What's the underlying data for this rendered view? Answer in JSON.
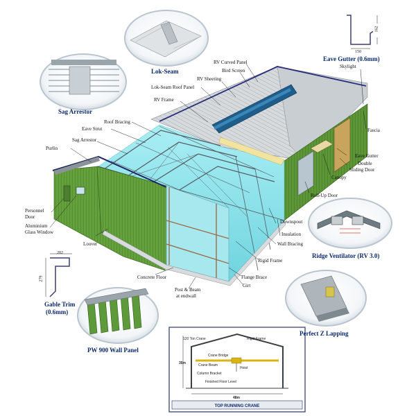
{
  "callouts": {
    "lok_seam": "Lok-Seam",
    "sag_arrestor": "Sag Arrestor",
    "eave_gutter_title": "Eave Gutter (0.6mm)",
    "ridge_ventilator": "Ridge Ventilator (RV 3.0)",
    "gable_trim_line1": "Gable Trim",
    "gable_trim_line2": "(0.6mm)",
    "pw900": "PW 900 Wall Panel",
    "perfect_z": "Perfect Z Lapping"
  },
  "labels": {
    "rv_curved_panel": "RV Curved Panel",
    "bird_screen": "Bird Screen",
    "rv_sheeting": "RV Sheeting",
    "lok_seam_roof_panel": "Lok-Seam Roof Panel",
    "rv_frame": "RV Frame",
    "roof_bracing": "Roof Bracing",
    "eave_strut": "Eave Strut",
    "sag_arrestor_small": "Sag Arrestor",
    "purlin": "Purlin",
    "skylight": "Skylight",
    "fascia": "Fascia",
    "eave_gutter": "Eave Gutter",
    "double_sliding_door_1": "Double",
    "double_sliding_door_2": "Sliding Door",
    "canopy": "Canopy",
    "roll_up_door": "Roll-Up Door",
    "personnel_door_1": "Personnel",
    "personnel_door_2": "Door",
    "aluminium_window_1": "Aluminium",
    "aluminium_window_2": "Glass Window",
    "louver": "Louver",
    "downspout": "Downspout",
    "insulation": "Insulation",
    "wall_bracing": "Wall Bracing",
    "rigid_frame": "Rigid Frame",
    "flange_brace": "Flange Brace",
    "concrete_floor": "Concrete Floor",
    "post_beam_1": "Post & Beam",
    "post_beam_2": "at endwall",
    "girt": "Girt"
  },
  "dimensions": {
    "gutter_width": "150",
    "gutter_height": "162",
    "trim_width": "202",
    "trim_height": "279"
  },
  "crane": {
    "title": "TOP RUNNING CRANE",
    "ton_crane": "120 Ton Crane",
    "rigid_frame": "Rigid Frame",
    "crane_bridge": "Crane Bridge",
    "crane_beam": "Crane Beam",
    "hoist": "Hoist",
    "column_bracket": "Column Bracket",
    "finished_floor": "Finished Floor Level",
    "height": "35m",
    "width": "48m"
  },
  "colors": {
    "wall_green": "#5f9a3a",
    "roof_gray": "#cfd4d8",
    "interior_cyan": "#8fe3ec",
    "frame_steel": "#4a4a4a",
    "title_blue": "#0c2a6b"
  }
}
